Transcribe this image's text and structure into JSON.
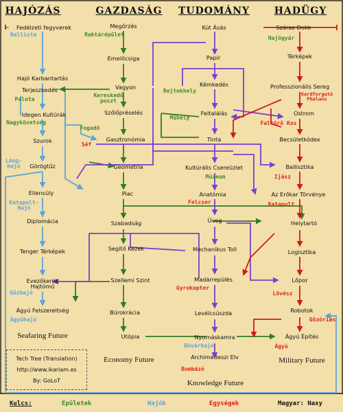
{
  "headers": [
    "HAJÓZÁS",
    "GAZDASÁG",
    "TUDOMÁNY",
    "HADÜGY"
  ],
  "nodes": [
    "Fedélzeti fegyverek",
    "Hajó Karbantartás",
    "Terjeszkedés",
    "Idegen Kultúrák",
    "Szurok",
    "Görögtűz",
    "Ellensúly",
    "Diplomácia",
    "Tenger Térképek",
    "Evezőkerék Hajtómű",
    "Ágyú Felszereltség",
    "Megőrzés",
    "Emelőcsiga",
    "Vagyon",
    "Szőlőpréselés",
    "Gasztronómia",
    "Geometria",
    "Piac",
    "Szabadság",
    "Segítő Kezek",
    "Szellemi Szint",
    "Bürokrácia",
    "Utópia",
    "Kút Ásás",
    "Papír",
    "Kémkedés",
    "Feltalálás",
    "Tinta",
    "Kultúrális Csereüzlet",
    "Anatómia",
    "Üveg",
    "Mechanikus Toll",
    "Madárrepülés",
    "Levélcsúszda",
    "Nyomáskamra",
    "Archimédeszi Elv",
    "Száraz-Dokk",
    "Térképek",
    "Professzionális Sereg",
    "Ostrom",
    "Becsületkódex",
    "Ballisztika",
    "Az Erőkar Törvénye",
    "Helytartó",
    "Logisztika",
    "Lőpor",
    "Robotok",
    "Ágyú Építés"
  ],
  "buildings": [
    "Raktárépület",
    "Kereskedő poszt",
    "Rejtekhely",
    "Műhely",
    "Fogadó",
    "Palota",
    "Nagykövetség",
    "Múzeum",
    "Hajógyár"
  ],
  "ships": [
    "Ballista",
    "Láng- hajó",
    "Katapult- Hajó",
    "Gőzhajó",
    "Ágyúhajó",
    "Búvárhajó"
  ],
  "units": [
    "Kardforgató Phalanx",
    "Faltörő Kos",
    "Séf",
    "Ijász",
    "Felcser",
    "Katapult",
    "Gyrokopter",
    "Lövész",
    "Gőzóriás",
    "Ágyú",
    "Bombázó"
  ],
  "futures": [
    "Seafaring Future",
    "Economy Future",
    "Knowledge Future",
    "Military Future"
  ],
  "credit": {
    "title": "Tech Tree (Translation)",
    "url": "http://www.ikariam.es",
    "by": "By: GoLoT"
  },
  "legend": {
    "key": "Kulcs:",
    "buildings": "Épületek",
    "ships": "Hajók",
    "units": "Egységek",
    "author": "Magyar: Naxy"
  },
  "colors": {
    "background": "#f3dfaa",
    "buildings": "#3d8a2b",
    "ships": "#5aa4d8",
    "units": "#e0201a",
    "research_links": "#7a3fd0",
    "military_links": "#d21a1a",
    "economy_links": "#2f7d20"
  }
}
